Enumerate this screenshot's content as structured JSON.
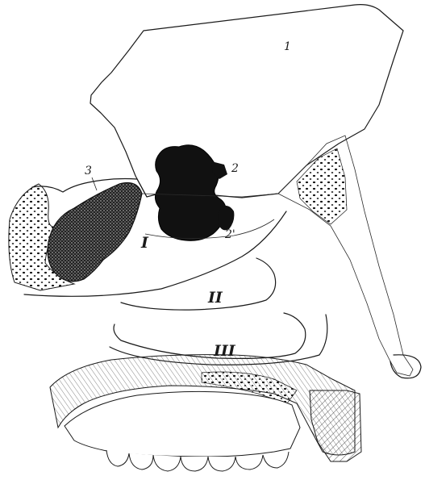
{
  "figure": {
    "labels": {
      "l1": "1",
      "l2": "2",
      "l2b": "2'",
      "l3": "3",
      "lI": "I",
      "lII": "II",
      "lIII": "III"
    }
  }
}
